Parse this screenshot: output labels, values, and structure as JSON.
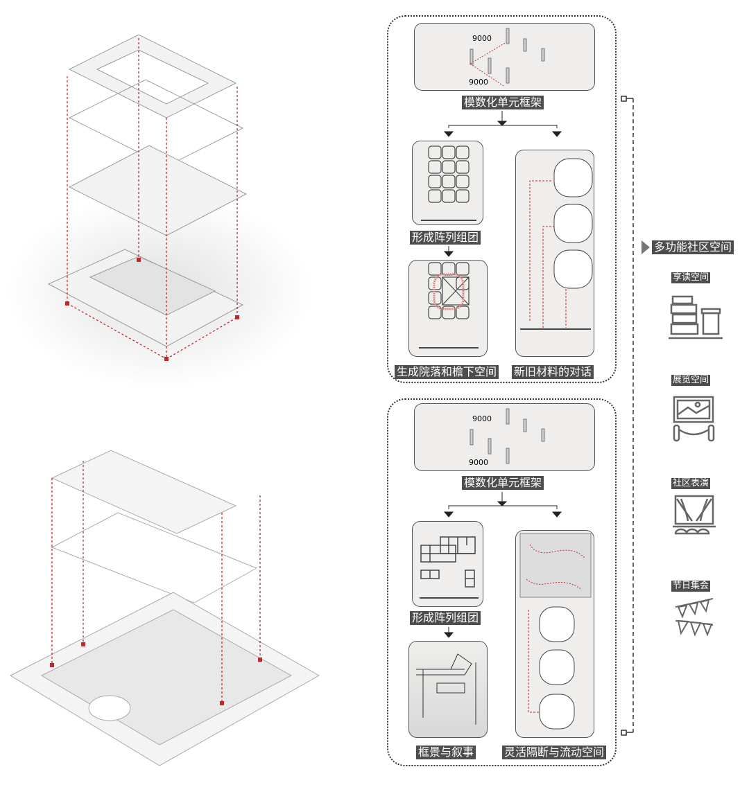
{
  "top_panel": {
    "module": {
      "dim_a": "9000",
      "dim_b": "9000",
      "label": "模数化单元框架"
    },
    "array_label": "形成阵列组团",
    "courtyard_label": "生成院落和檐下空间",
    "materials_label": "新旧材料的对话"
  },
  "bottom_panel": {
    "module": {
      "dim_a": "9000",
      "dim_b": "9000",
      "label": "模数化单元框架"
    },
    "array_label": "形成阵列组团",
    "framing_label": "框景与叙事",
    "partition_label": "灵活隔断与流动空间"
  },
  "functions": {
    "title": "多功能社区空间",
    "items": [
      {
        "label": "享读空间",
        "icon": "books-coffee-icon"
      },
      {
        "label": "展览空间",
        "icon": "exhibition-frame-icon"
      },
      {
        "label": "社区表演",
        "icon": "stage-curtain-icon"
      },
      {
        "label": "节日集会",
        "icon": "bunting-flags-icon"
      }
    ]
  },
  "colors": {
    "accent": "#c0282d",
    "label_bg": "#4d4d4d",
    "panel_bg": "#efeeec"
  }
}
